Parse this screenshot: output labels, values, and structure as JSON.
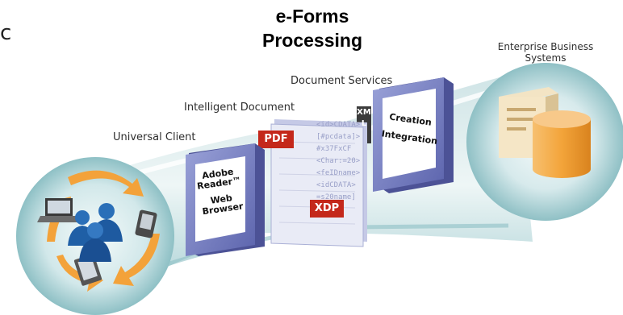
{
  "title_line1": "e-Forms",
  "title_line2": "Processing",
  "edge_mark": "c",
  "labels": {
    "universal_client": "Universal Client",
    "intelligent_document": "Intelligent Document",
    "document_services": "Document Services",
    "enterprise_line1": "Enterprise Business",
    "enterprise_line2": "Systems"
  },
  "client_panel": {
    "line1": "Adobe",
    "line2": "Reader™",
    "line3": "Web",
    "line4": "Browser"
  },
  "doc_badges": {
    "pdf": "PDF",
    "xdp": "XDP",
    "xml": "XML"
  },
  "code_lines": [
    "<id>CDATA>",
    "[#pcdata]>",
    "#x37FxCF",
    "<Char:=20>",
    "<feIDname>",
    "<idCDATA>",
    "=s20name]"
  ],
  "services_panel": {
    "line1": "Creation",
    "line2": "Integration"
  },
  "colors": {
    "teal_light": "#cfe5e7",
    "teal_mid": "#8fc1c6",
    "teal_dark": "#5b9ea4",
    "panel_blue": "#7b84c4",
    "panel_blue_dark": "#525aa0",
    "pdf_red": "#c4281b",
    "cylinder_orange": "#f2a33a",
    "person_blue": "#1e5fa8"
  }
}
